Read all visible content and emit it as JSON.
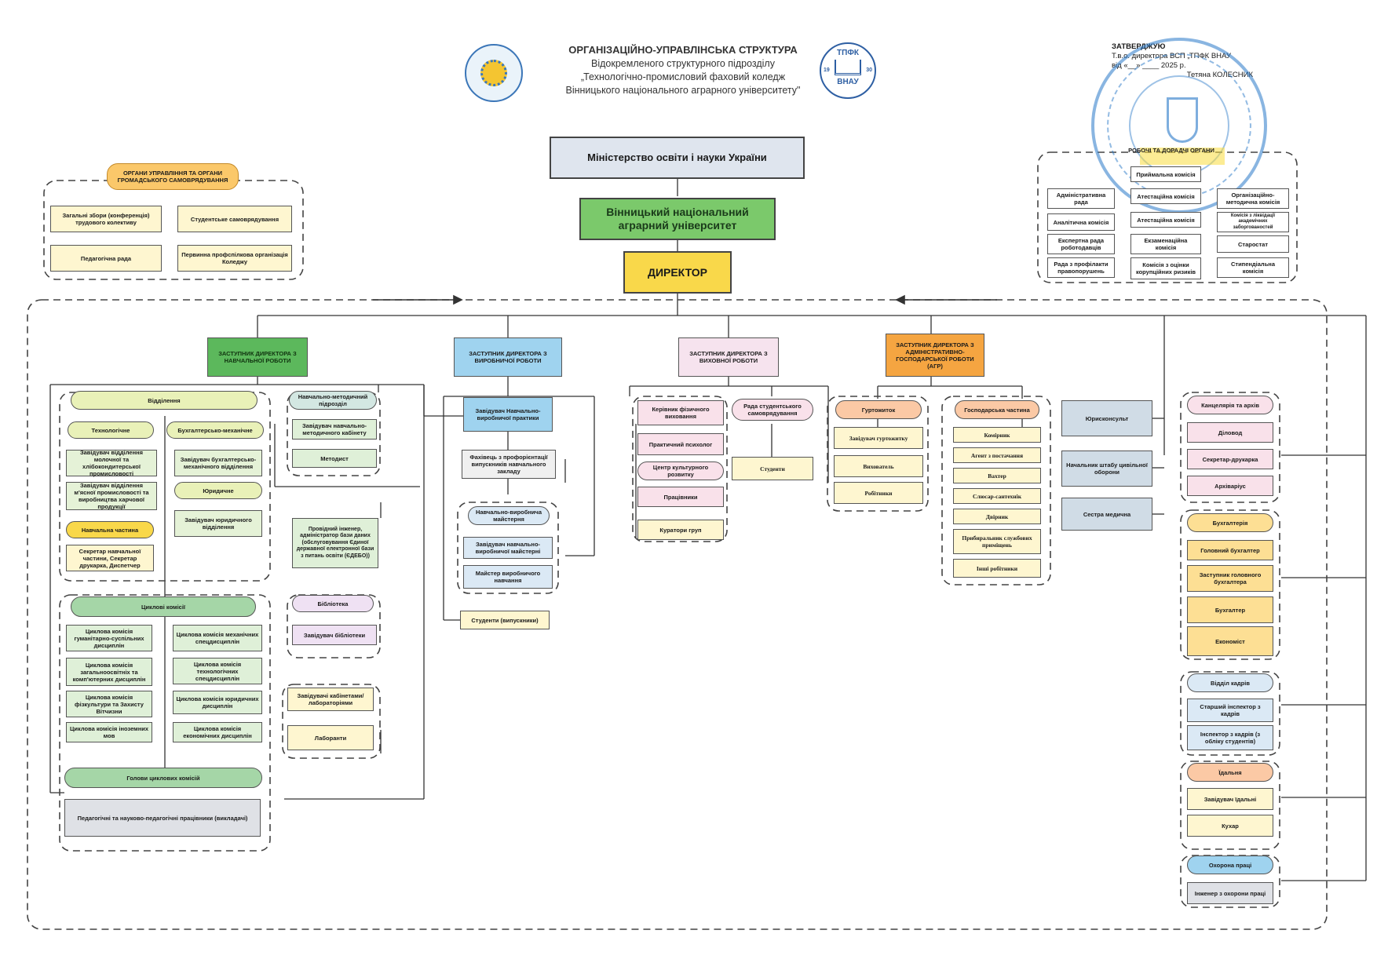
{
  "header": {
    "title": "ОРГАНІЗАЦІЙНО-УПРАВЛІНСЬКА СТРУКТУРА",
    "line2": "Відокремленого структурного підрозділу",
    "line3": "„Технологічно-промисловий фаховий коледж",
    "line4": "Вінницького національного аграрного університету\"",
    "logo_right_text_top": "ТПФК",
    "logo_right_text_bottom": "ВНАУ",
    "logo_right_year_left": "19",
    "logo_right_year_right": "30"
  },
  "stamp": {
    "approved": "ЗАТВЕРДЖУЮ",
    "line1": "Т.в.о. директора ВСП „ТПФК ВНАУ",
    "line2": "від «__» ____ 2025 р.",
    "line3": "Тетяна КОЛЕСНИК"
  },
  "top": {
    "ministry": "Міністерство освіти і науки України",
    "university": "Вінницький національний аграрний університет",
    "director": "ДИРЕКТОР"
  },
  "self_gov": {
    "title": "ОРГАНИ УПРАВЛІННЯ ТА ОРГАНИ ГРОМАДСЬКОГО САМОВРЯДУВАННЯ",
    "items": [
      "Загальні збори (конференція) трудового колективу",
      "Студентське самоврядування",
      "Педагогічна рада",
      "Первинна профспілкова організація Коледжу"
    ]
  },
  "working": {
    "title": "РОБОЧІ ТА ДОРАДЧІ ОРГАНИ",
    "col1": [
      "Адміністративна рада",
      "Аналітична комісія",
      "Експертна рада роботодавців",
      "Рада з профілакти правопорушень"
    ],
    "col2": [
      "Приймальна комісія",
      "Атестаційна комісія",
      "Атестаційна комісія",
      "Екзаменаційна комісія",
      "Комісія з оцінки корупційних ризиків"
    ],
    "col3": [
      "Організаційно-методична комісія",
      "Комісія з ліквідації академічних заборгованостей",
      "Старостат",
      "Стипендіальна комісія"
    ]
  },
  "deputies": {
    "academic": "ЗАСТУПНИК ДИРЕКТОРА З НАВЧАЛЬНОЇ РОБОТИ",
    "production": "ЗАСТУПНИК ДИРЕКТОРА З ВИРОБНИЧОЇ РОБОТИ",
    "education": "ЗАСТУПНИК ДИРЕКТОРА З ВИХОВНОЇ РОБОТИ",
    "admin": "ЗАСТУПНИК ДИРЕКТОРА З АДМІНІСТРАТИВНО-ГОСПОДАРСЬКОЇ РОБОТИ (АГР)"
  },
  "academic": {
    "departments": "Відділення",
    "tech": "Технологічне",
    "tech_items": [
      "Завідувач відділення молочної та хлібокондитерської промисловості",
      "Завідувач відділення м'ясної промисловості та виробництва харчової продукції"
    ],
    "acc": "Бухгалтерсько-механічне",
    "acc_item": "Завідувач бухгалтерсько-механічного відділення",
    "legal": "Юридичне",
    "legal_item": "Завідувач юридичного відділення",
    "study": "Навчальна частина",
    "study_item": "Секретар навчальної частини, Секретар друкарка, Диспетчер",
    "method": "Навчально-методичний підрозділ",
    "method_items": [
      "Завідувач навчально-методичного кабінету",
      "Методист"
    ],
    "engineer": "Провідний інженер, адміністратор бази даних (обслуговування Єдиної державної електронної бази з питань освіти (ЄДЕБО))",
    "library": "Бібліотека",
    "library_item": "Завідувач бібліотеки",
    "cabinets": "Завідувачі кабінетами/ лабораторіями",
    "labs": "Лаборанти",
    "cyclic": "Циклові комісії",
    "cyclic_items": [
      "Циклова комісія гуманітарно-суспільних дисциплін",
      "Циклова комісія механічних спецдисциплін",
      "Циклова комісія загальноосвітніх та комп'ютерних дисциплін",
      "Циклова комісія технологічних спецдисциплін",
      "Циклова комісія фізкультури та Захисту Вітчизни",
      "Циклова комісія юридичних дисциплін",
      "Циклова комісія іноземних мов",
      "Циклова комісія економічних дисциплін"
    ],
    "heads": "Голови циклових комісій",
    "teachers": "Педагогічні та науково-педагогічні працівники (викладачі)"
  },
  "production": {
    "head": "Завідувач Навчально-виробничої практики",
    "specialist": "Фахівець з профорієнтації випускників навчального закладу",
    "workshop": "Навчально-виробнича майстерня",
    "workshop_items": [
      "Завідувач навчально-виробничої майстерні",
      "Майстер виробничого навчання"
    ],
    "graduates": "Студенти (випускники)"
  },
  "education": {
    "items": [
      "Керівник фізичного виховання",
      "Практичний психолог",
      "Центр культурного розвитку",
      "Працівники",
      "Куратори груп"
    ],
    "council": "Рада студентського самоврядування",
    "students": "Студенти"
  },
  "admin": {
    "dorm": "Гуртожиток",
    "dorm_items": [
      "Завідувач гуртожитку",
      "Вихователь",
      "Робітники"
    ],
    "household": "Господарська частина",
    "household_items": [
      "Комірник",
      "Агент з постачання",
      "Вахтер",
      "Слюсар-сантехнік",
      "Двірник",
      "Прибиральник службових приміщень",
      "Інші робітники"
    ]
  },
  "right": {
    "lawyer": "Юрисконсульт",
    "civil": "Начальник штабу цивільної оборони",
    "nurse": "Сестра медична",
    "office": "Канцелярія та архів",
    "office_items": [
      "Діловод",
      "Секретар-друкарка",
      "Архіваріус"
    ],
    "accounting": "Бухгалтерія",
    "accounting_items": [
      "Головний бухгалтер",
      "Заступник головного бухгалтера",
      "Бухгалтер",
      "Економіст"
    ],
    "hr": "Відділ кадрів",
    "hr_items": [
      "Старший інспектор з кадрів",
      "Інспектор з кадрів (з обліку студентів)"
    ],
    "canteen": "Їдальня",
    "canteen_items": [
      "Завідувач їдальні",
      "Кухар"
    ],
    "safety": "Охорона праці",
    "safety_item": "Інженер з охорони праці"
  },
  "colors": {
    "yellow": "#fddf94",
    "green": "#c8e6c9",
    "blue": "#9fd3ef",
    "pink": "#f9e1ea",
    "orange": "#fbc9a5",
    "gray": "#e3e3e6"
  }
}
